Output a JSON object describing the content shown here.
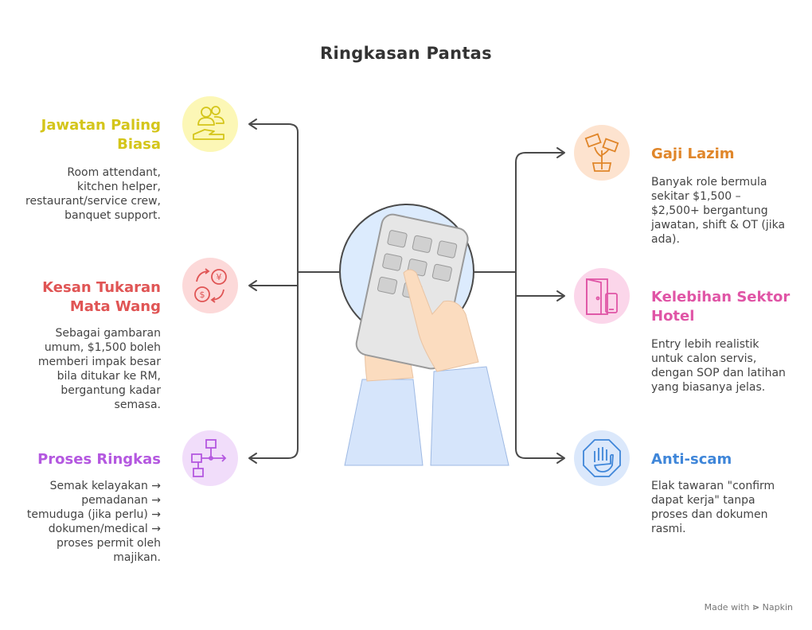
{
  "title": "Ringkasan Pantas",
  "items": [
    {
      "heading": "Jawatan Paling Biasa",
      "description": "Room attendant, kitchen helper, restaurant/service crew, banquet support.",
      "icon": "people-icon",
      "color": "#d4c51a",
      "bg": "#fcf7b6"
    },
    {
      "heading": "Kesan Tukaran Mata Wang",
      "description": "Sebagai gambaran umum, $1,500 boleh memberi impak besar bila ditukar ke RM, bergantung kadar semasa.",
      "icon": "currency-exchange-icon",
      "color": "#e05555",
      "bg": "#fcd9d9"
    },
    {
      "heading": "Proses Ringkas",
      "description": "Semak kelayakan → pemadanan → temuduga (jika perlu) → dokumen/medical → proses permit oleh majikan.",
      "icon": "flowchart-icon",
      "color": "#b458e0",
      "bg": "#f1ddfa"
    },
    {
      "heading": "Gaji Lazim",
      "description": "Banyak role bermula sekitar $1,500 – $2,500+ bergantung jawatan, shift & OT (jika ada).",
      "icon": "money-plant-icon",
      "color": "#e0862a",
      "bg": "#fde3cf"
    },
    {
      "heading": "Kelebihan Sektor Hotel",
      "description": "Entry lebih realistik untuk calon servis, dengan SOP dan latihan yang biasanya jelas.",
      "icon": "door-icon",
      "color": "#e055a6",
      "bg": "#fbd6ea"
    },
    {
      "heading": "Anti-scam",
      "description": "Elak tawaran \"confirm dapat kerja\" tanpa proses dan dokumen rasmi.",
      "icon": "stop-hand-icon",
      "color": "#3f86d9",
      "bg": "#dbe8fb"
    }
  ],
  "center_icon": "calculator-hand-icon",
  "footer": {
    "made_with": "Made with",
    "brand": "Napkin"
  }
}
